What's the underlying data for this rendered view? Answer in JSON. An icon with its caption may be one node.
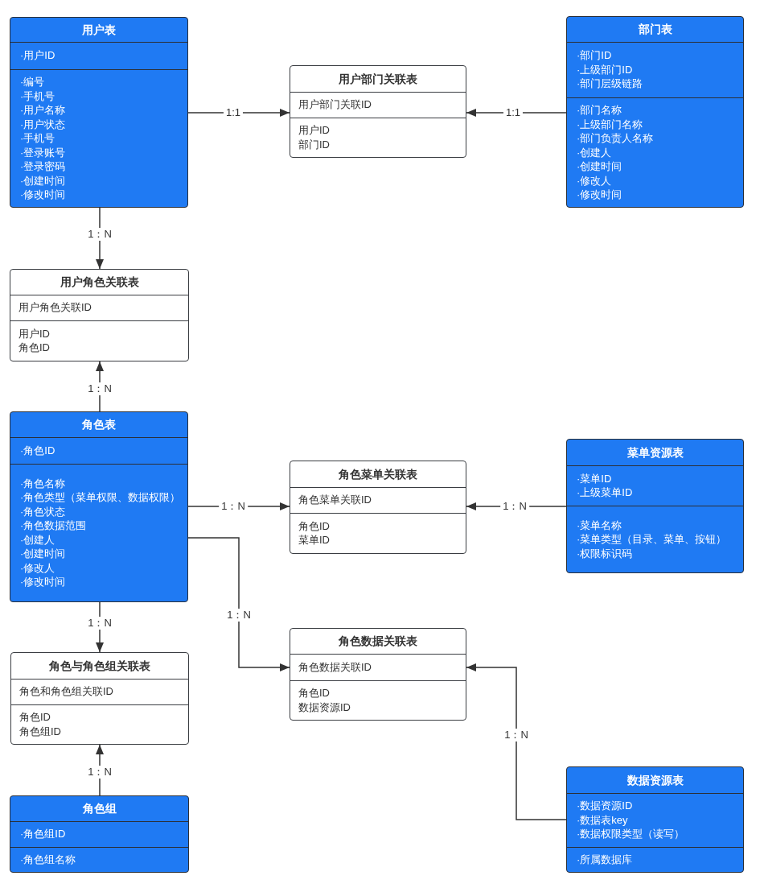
{
  "diagram": {
    "nodes": [
      {
        "text": [
          "用户表"
        ]
      },
      {
        "text": [
          "·用户ID"
        ],
        "in": 0
      },
      {
        "text": [
          "·编号",
          "·手机号",
          "·用户名称",
          "·用户状态",
          "·手机号",
          "·登录账号",
          "·登录密码",
          "·创建时间",
          "·修改时间"
        ],
        "in": 0
      },
      {
        "text": [
          "用户部门关联表"
        ]
      },
      {
        "text": [
          "用户部门关联ID"
        ],
        "in": 3
      },
      {
        "text": [
          "用户ID",
          "部门ID"
        ],
        "in": 3
      },
      {
        "text": [
          "部门表"
        ]
      },
      {
        "text": [
          "·部门ID",
          "·上级部门ID",
          "·部门层级链路"
        ],
        "in": 6
      },
      {
        "text": [
          "·部门名称",
          "·上级部门名称",
          "·部门负责人名称",
          "·创建人",
          "·创建时间",
          "·修改人",
          "·修改时间"
        ],
        "in": 6
      },
      {
        "text": [
          "用户角色关联表"
        ]
      },
      {
        "text": [
          "用户角色关联ID"
        ],
        "in": 9
      },
      {
        "text": [
          "用户ID",
          "角色ID"
        ],
        "in": 9
      },
      {
        "text": [
          "角色表"
        ]
      },
      {
        "text": [
          "·角色ID"
        ],
        "in": 12
      },
      {
        "text": [
          "·角色名称",
          "·角色类型（菜单权限、数据权限）",
          "·角色状态",
          "·角色数据范围",
          "·创建人",
          "·创建时间",
          "·修改人",
          "·修改时间"
        ],
        "in": 12
      },
      {
        "text": [
          "角色菜单关联表"
        ]
      },
      {
        "text": [
          "角色菜单关联ID"
        ],
        "in": 15
      },
      {
        "text": [
          "角色ID",
          "菜单ID"
        ],
        "in": 15
      },
      {
        "text": [
          "菜单资源表"
        ]
      },
      {
        "text": [
          "·菜单ID",
          "·上级菜单ID"
        ],
        "in": 18
      },
      {
        "text": [
          "·菜单名称",
          "·菜单类型（目录、菜单、按钮）",
          "·权限标识码"
        ],
        "in": 18
      },
      {
        "text": [
          "角色与角色组关联表"
        ]
      },
      {
        "text": [
          "角色和角色组关联ID"
        ],
        "in": 21
      },
      {
        "text": [
          "角色ID",
          "角色组ID"
        ],
        "in": 21
      },
      {
        "text": [
          "角色数据关联表"
        ]
      },
      {
        "text": [
          "角色数据关联ID"
        ],
        "in": 24
      },
      {
        "text": [
          "角色ID",
          "数据资源ID"
        ],
        "in": 24
      },
      {
        "text": [
          "角色组"
        ]
      },
      {
        "text": [
          "·角色组ID"
        ],
        "in": 27
      },
      {
        "text": [
          "·角色组名称"
        ],
        "in": 27
      },
      {
        "text": [
          "数据资源表"
        ]
      },
      {
        "text": [
          "·数据资源ID",
          "·数据表key",
          "·数据权限类型（读写）"
        ],
        "in": 30
      },
      {
        "text": [
          "·所属数据库"
        ],
        "in": 30
      }
    ],
    "edges": [
      {
        "from": 0,
        "to": 3,
        "arrow": "to",
        "label": "1:1"
      },
      {
        "from": 6,
        "to": 3,
        "arrow": "to",
        "label": "1:1"
      },
      {
        "from": 0,
        "to": 9,
        "arrow": "to",
        "label": "1：N"
      },
      {
        "from": 12,
        "to": 9,
        "arrow": "to",
        "label": "1：N"
      },
      {
        "from": 12,
        "to": 15,
        "arrow": "to",
        "label": "1：N"
      },
      {
        "from": 18,
        "to": 15,
        "arrow": "to",
        "label": "1：N"
      },
      {
        "from": 12,
        "to": 24,
        "arrow": "to",
        "label": "1：N"
      },
      {
        "from": 12,
        "to": 21,
        "arrow": "to",
        "label": "1：N"
      },
      {
        "from": 27,
        "to": 21,
        "arrow": "to",
        "label": "1：N"
      },
      {
        "from": 30,
        "to": 24,
        "arrow": "to",
        "label": "1：N"
      }
    ]
  }
}
